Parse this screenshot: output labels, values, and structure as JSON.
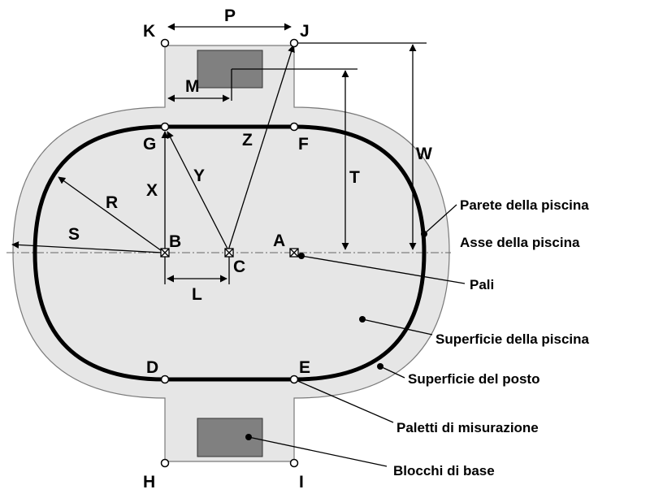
{
  "diagram": {
    "colors": {
      "deck": "#e6e6e6",
      "deck_outline": "#7a7a7a",
      "pool_wall": "#000000",
      "starting_block": "#808080",
      "axis": "#666666"
    },
    "points": {
      "a": "A",
      "b": "B",
      "c": "C",
      "d": "D",
      "e": "E",
      "f": "F",
      "g": "G",
      "h": "H",
      "i": "I",
      "j": "J",
      "k": "K"
    },
    "dimensions": {
      "p": "P",
      "m": "M",
      "z": "Z",
      "x": "X",
      "y": "Y",
      "r": "R",
      "s": "S",
      "l": "L",
      "t": "T",
      "w": "W"
    },
    "labels": {
      "pool_wall": "Parete della piscina",
      "pool_axis": "Asse della piscina",
      "posts": "Pali",
      "pool_surface": "Superficie della piscina",
      "seat_surface": "Superficie del posto",
      "measuring_posts": "Paletti di misurazione",
      "starting_blocks": "Blocchi di base"
    }
  }
}
